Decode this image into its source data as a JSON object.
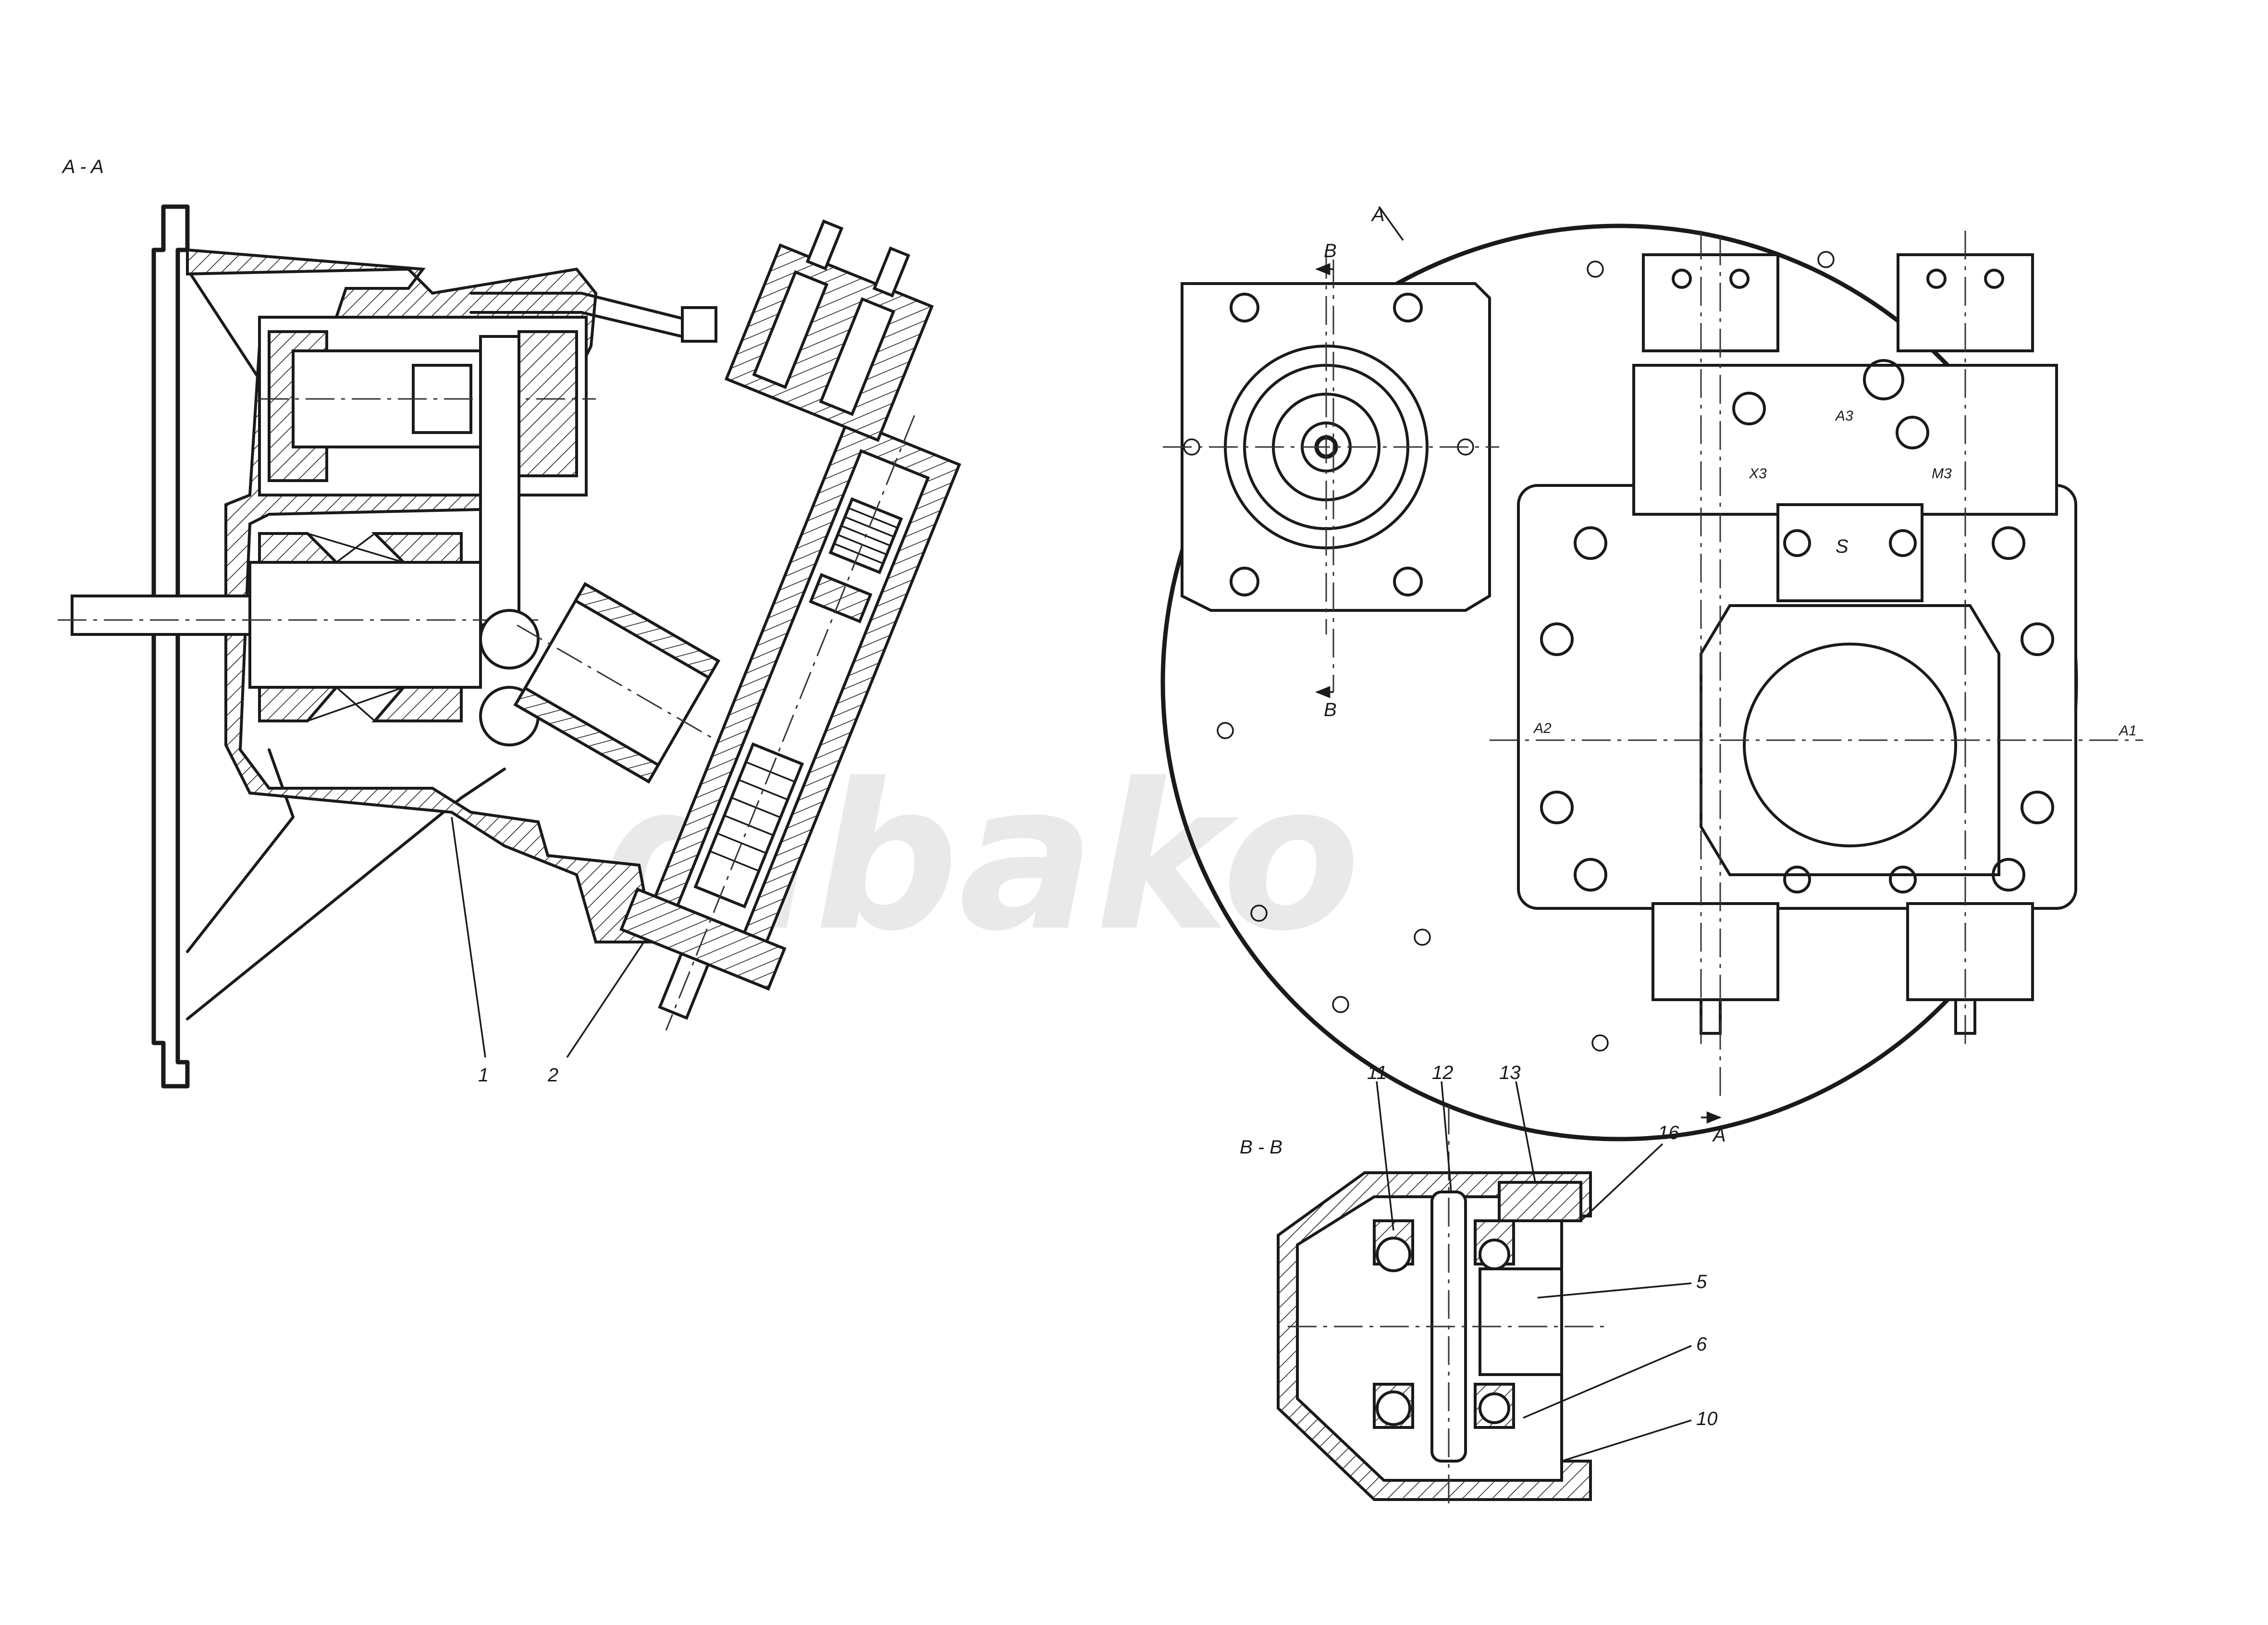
{
  "section_labels": {
    "aa": "A - A",
    "bb": "B - B"
  },
  "cut_marks": {
    "a_top": "A",
    "a_bottom": "A",
    "b_top": "B",
    "b_bottom": "B"
  },
  "port_labels": {
    "s": "S",
    "a1": "A1",
    "a2": "A2",
    "a3": "A3",
    "m3": "M3",
    "x3": "X3"
  },
  "callouts": {
    "c1": "1",
    "c2": "2",
    "c5": "5",
    "c6": "6",
    "c10": "10",
    "c11": "11",
    "c12": "12",
    "c13": "13",
    "c16": "16"
  },
  "watermark": "dibako",
  "colors": {
    "line": "#1a1a1a",
    "paper": "#ffffff",
    "watermark": "#e9e9e9"
  }
}
